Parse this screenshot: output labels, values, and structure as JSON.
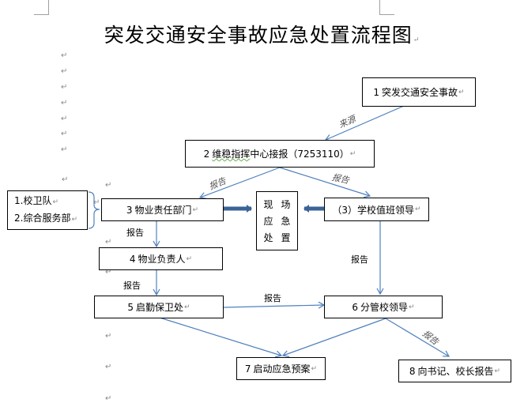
{
  "document": {
    "title": "突发交通安全事故应急处置流程图",
    "paragraph_mark": "↵"
  },
  "nodes": {
    "n1": {
      "num": "1",
      "text": "突发交通安全事故"
    },
    "n2": {
      "num": "2",
      "text_underlined": "维稳指挥",
      "text": "中心接报（7253110）"
    },
    "n3": {
      "num": "3",
      "text": "物业责任部门"
    },
    "n3b": {
      "text": "（3）学校值班领导"
    },
    "onsite": {
      "chars": [
        "现",
        "场",
        "应",
        "急",
        "处",
        "置"
      ]
    },
    "n4": {
      "num": "4",
      "text": "物业负责人"
    },
    "n5": {
      "num": "5",
      "text": "启勤保卫处"
    },
    "n6": {
      "num": "6",
      "text": "分管校领导"
    },
    "n7": {
      "num": "7",
      "text": "启动应急预案"
    },
    "n8": {
      "num": "8",
      "text": "向书记、校长报告"
    },
    "side_list": {
      "items": [
        "1.校卫队",
        "2.综合服务部"
      ]
    }
  },
  "edge_labels": {
    "source": "来源",
    "report": "报告"
  },
  "colors": {
    "connector": "#4f81bd",
    "thick_arrow": "#3b6396",
    "box_border": "#000000"
  }
}
